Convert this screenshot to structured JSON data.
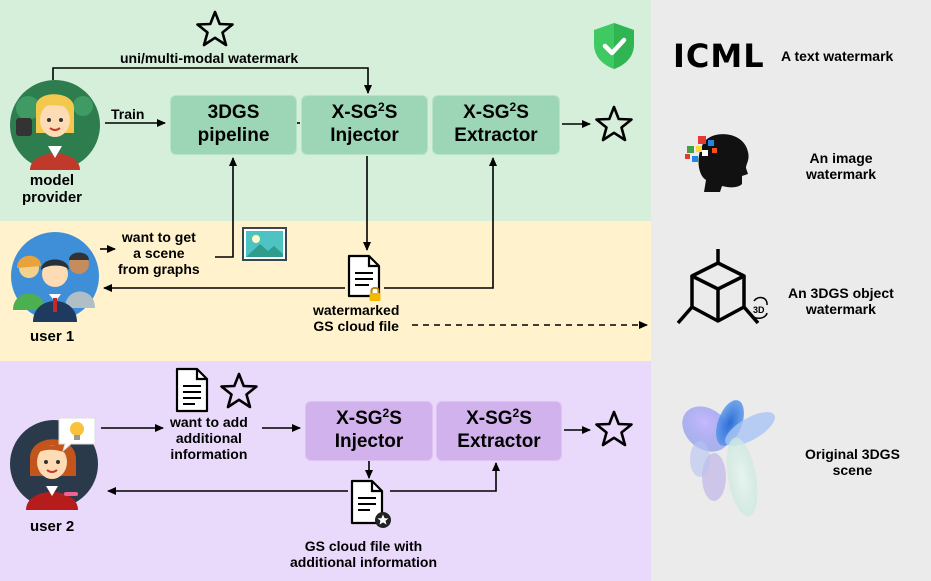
{
  "left_panel": {
    "label_watermark_type": "uni/multi-modal watermark",
    "label_train": "Train",
    "model_provider": [
      "model",
      "provider"
    ],
    "user1": "user 1",
    "user2": "user 2",
    "want_scene": [
      "want to get",
      "a scene",
      "from graphs"
    ],
    "watermarked_file": [
      "watermarked",
      "GS cloud file"
    ],
    "want_add": [
      "want to add",
      "additional",
      "information"
    ],
    "gs_additional": [
      "GS cloud file with",
      "additional information"
    ],
    "box_pipeline": [
      "3DGS",
      "pipeline"
    ],
    "box_injector_prefix": "X-SG",
    "box_injector_sup": "2",
    "box_injector_suffix": "S",
    "box_injector_word": "Injector",
    "box_extractor_word": "Extractor"
  },
  "right_panel": {
    "icml": "ICML",
    "text_watermark": "A text watermark",
    "image_watermark": [
      "An image",
      "watermark"
    ],
    "object_watermark": [
      "An 3DGS object",
      "watermark"
    ],
    "original_scene": [
      "Original 3DGS",
      "scene"
    ],
    "badge_3d": "3D"
  },
  "colors": {
    "green_band": "#d5efdb",
    "yellow_band": "#fff2cc",
    "purple_band": "#e9dafb",
    "right_panel": "#ebebeb",
    "green_box": "#9cd6b6",
    "purple_box": "#d2b2ec",
    "shield": "#3ec962"
  },
  "icons": [
    "star-icon",
    "shield-check-icon",
    "person-avatar-icon",
    "group-avatar-icon",
    "document-icon",
    "lock-icon",
    "image-icon",
    "lightbulb-icon",
    "head-pixels-icon",
    "cube-3d-icon",
    "petal-scene-icon"
  ]
}
